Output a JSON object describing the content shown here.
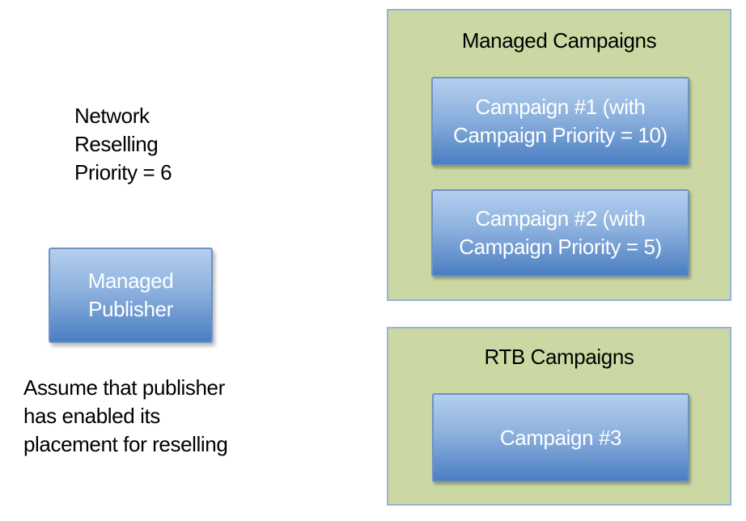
{
  "diagram": {
    "left_panel": {
      "network_note": "Network\nReselling\nPriority = 6",
      "publisher_box_label": "Managed\nPublisher",
      "assume_note": "Assume that publisher\nhas enabled its\nplacement for reselling"
    },
    "managed_campaigns": {
      "title": "Managed Campaigns",
      "items": [
        {
          "label": "Campaign #1 (with\nCampaign Priority = 10)"
        },
        {
          "label": "Campaign #2 (with\nCampaign Priority = 5)"
        }
      ]
    },
    "rtb_campaigns": {
      "title": "RTB Campaigns",
      "items": [
        {
          "label": "Campaign #3"
        }
      ]
    },
    "colors": {
      "page_background": "#ffffff",
      "note_text": "#000000",
      "container_fill": "#ccd8a3",
      "container_border": "#95b3d7",
      "box_gradient_top": "#b4cfef",
      "box_gradient_bottom": "#4a7ec2",
      "box_border": "#6e92c2",
      "box_text": "#ffffff"
    }
  }
}
